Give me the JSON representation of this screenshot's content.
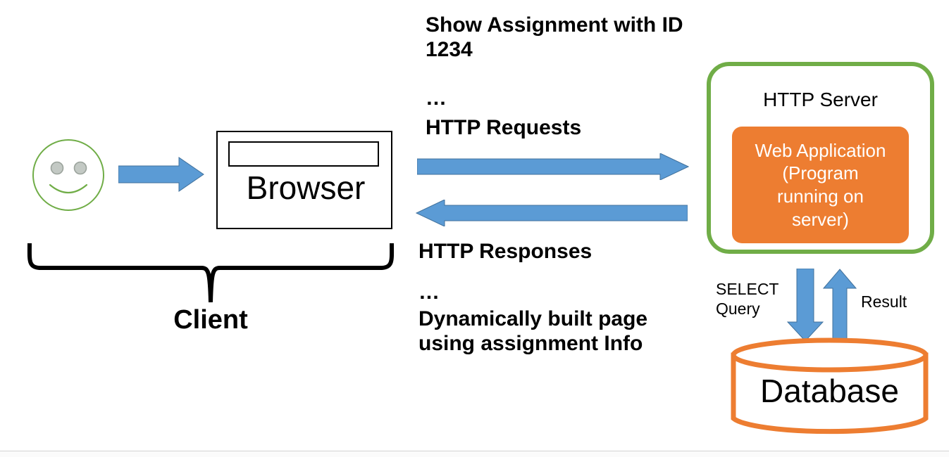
{
  "diagram": {
    "title": "HTTP Client Server Web Application Architecture",
    "colors": {
      "arrow_blue": "#5B9BD5",
      "server_green": "#70AD47",
      "app_orange": "#ED7D31",
      "database_orange": "#ED7D31",
      "text_black": "#000000",
      "smiley_green": "#70AD47",
      "smiley_eye_gray": "#BFBFBF"
    },
    "client": {
      "user_icon": "smiley-face-icon",
      "browser_label": "Browser",
      "address_bar_value": "",
      "group_label": "Client"
    },
    "request_flow": {
      "example": "Show Assignment with ID\n1234",
      "ellipsis": "…",
      "kind": "HTTP Requests"
    },
    "response_flow": {
      "kind": "HTTP Responses",
      "ellipsis": "…",
      "detail": "Dynamically built page\nusing assignment Info"
    },
    "server": {
      "label": "HTTP Server",
      "application_label": "Web Application\n(Program\nrunning on\nserver)"
    },
    "database_link": {
      "query_label": "SELECT\nQuery",
      "result_label": "Result"
    },
    "database": {
      "label": "Database"
    }
  }
}
